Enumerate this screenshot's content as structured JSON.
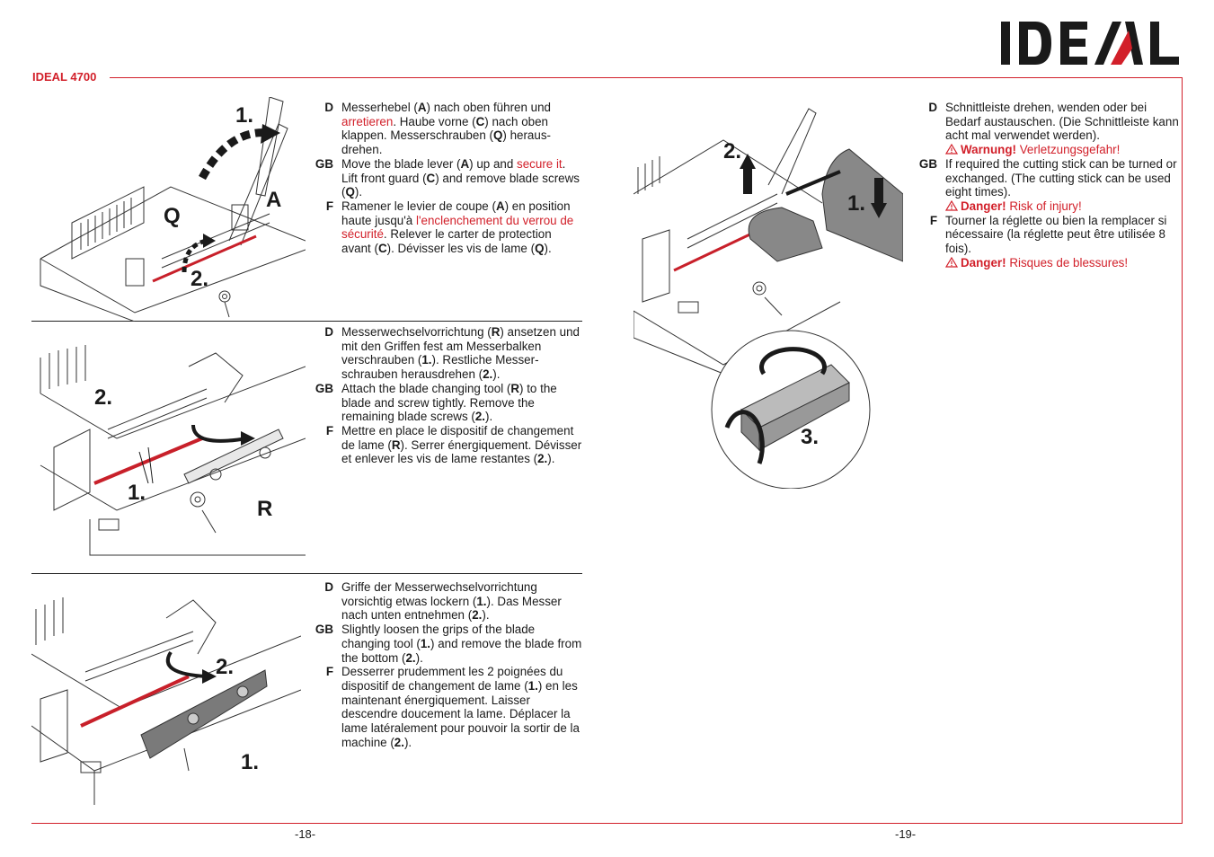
{
  "header": {
    "title": "IDEAL 4700",
    "logo": "IDEAL"
  },
  "sections": [
    {
      "figure_labels": [
        "1.",
        "A",
        "Q",
        "2."
      ],
      "entries": [
        {
          "lang": "D",
          "parts": [
            [
              "Messerhebel (",
              ""
            ],
            [
              "A",
              "b"
            ],
            [
              ") nach oben führen und ",
              ""
            ],
            [
              "arretieren",
              "r"
            ],
            [
              ". Haube vorne (",
              ""
            ],
            [
              "C",
              "b"
            ],
            [
              ") nach oben klappen. Messerschrauben (",
              ""
            ],
            [
              "Q",
              "b"
            ],
            [
              ") heraus-drehen.",
              ""
            ]
          ]
        },
        {
          "lang": "GB",
          "parts": [
            [
              "Move the blade lever (",
              ""
            ],
            [
              "A",
              "b"
            ],
            [
              ") up and ",
              ""
            ],
            [
              "secure it",
              "r"
            ],
            [
              ". Lift front guard (",
              ""
            ],
            [
              "C",
              "b"
            ],
            [
              ") and remove blade screws (",
              ""
            ],
            [
              "Q",
              "b"
            ],
            [
              ").",
              ""
            ]
          ]
        },
        {
          "lang": "F",
          "parts": [
            [
              "Ramener le levier de coupe (",
              ""
            ],
            [
              "A",
              "b"
            ],
            [
              ") en position haute jusqu'à ",
              ""
            ],
            [
              "l'enclenchement du verrou de sécurité",
              "r"
            ],
            [
              ". Relever le carter de protection avant (",
              ""
            ],
            [
              "C",
              "b"
            ],
            [
              "). Dévisser les vis de lame (",
              ""
            ],
            [
              "Q",
              "b"
            ],
            [
              ").",
              ""
            ]
          ]
        }
      ]
    },
    {
      "figure_labels": [
        "2.",
        "1.",
        "R"
      ],
      "entries": [
        {
          "lang": "D",
          "parts": [
            [
              "Messerwechselvorrichtung (",
              ""
            ],
            [
              "R",
              "b"
            ],
            [
              ") ansetzen und mit den Griffen fest am Messerbalken verschrauben (",
              ""
            ],
            [
              "1.",
              "b"
            ],
            [
              "). Restliche Messer-schrauben herausdrehen (",
              ""
            ],
            [
              "2.",
              "b"
            ],
            [
              ").",
              ""
            ]
          ]
        },
        {
          "lang": "GB",
          "parts": [
            [
              "Attach the blade changing tool (",
              ""
            ],
            [
              "R",
              "b"
            ],
            [
              ") to the blade and screw tightly. Remove the remaining blade screws (",
              ""
            ],
            [
              "2.",
              "b"
            ],
            [
              ").",
              ""
            ]
          ]
        },
        {
          "lang": "F",
          "parts": [
            [
              "Mettre en place le dispositif de changement de lame (",
              ""
            ],
            [
              "R",
              "b"
            ],
            [
              "). Serrer énergiquement. Dévisser et enlever les vis de lame restantes (",
              ""
            ],
            [
              "2.",
              "b"
            ],
            [
              ").",
              ""
            ]
          ]
        }
      ]
    },
    {
      "figure_labels": [
        "2.",
        "1."
      ],
      "entries": [
        {
          "lang": "D",
          "parts": [
            [
              "Griffe der Messerwechselvorrichtung vorsichtig etwas lockern (",
              ""
            ],
            [
              "1.",
              "b"
            ],
            [
              "). Das Messer nach unten entnehmen (",
              ""
            ],
            [
              "2.",
              "b"
            ],
            [
              ").",
              ""
            ]
          ]
        },
        {
          "lang": "GB",
          "parts": [
            [
              "Slightly loosen the grips of the blade changing tool (",
              ""
            ],
            [
              "1.",
              "b"
            ],
            [
              ") and remove the blade from the bottom (",
              ""
            ],
            [
              "2.",
              "b"
            ],
            [
              ").",
              ""
            ]
          ]
        },
        {
          "lang": "F",
          "parts": [
            [
              "Desserrer prudemment les 2 poignées du dispositif de changement de lame (",
              ""
            ],
            [
              "1.",
              "b"
            ],
            [
              ") en les maintenant énergiquement. Laisser descendre doucement la lame. Déplacer la lame latéralement pour pouvoir la sortir de la machine (",
              ""
            ],
            [
              "2.",
              "b"
            ],
            [
              ").",
              ""
            ]
          ]
        }
      ]
    },
    {
      "figure_labels": [
        "2.",
        "1.",
        "3."
      ],
      "entries": [
        {
          "lang": "D",
          "parts": [
            [
              "Schnittleiste drehen, wenden oder bei Bedarf austauschen. (Die Schnittleiste kann acht mal verwendet werden).",
              ""
            ]
          ],
          "warning": {
            "strong": "Warnung!",
            "text": "Verletzungsgefahr!"
          }
        },
        {
          "lang": "GB",
          "parts": [
            [
              "If required the cutting stick can be turned or exchanged. (The cutting stick can be used eight times).",
              ""
            ]
          ],
          "warning": {
            "strong": "Danger!",
            "text": "Risk of injury!"
          }
        },
        {
          "lang": "F",
          "parts": [
            [
              "Tourner la réglette ou bien la remplacer si nécessaire (la réglette peut être utilisée 8 fois).",
              ""
            ]
          ],
          "warning": {
            "strong": "Danger!",
            "text": "Risques de blessures!"
          }
        }
      ]
    }
  ],
  "footer": {
    "page_left": "-18-",
    "page_right": "-19-"
  },
  "colors": {
    "accent": "#d2202a",
    "text": "#1a1a1a"
  }
}
